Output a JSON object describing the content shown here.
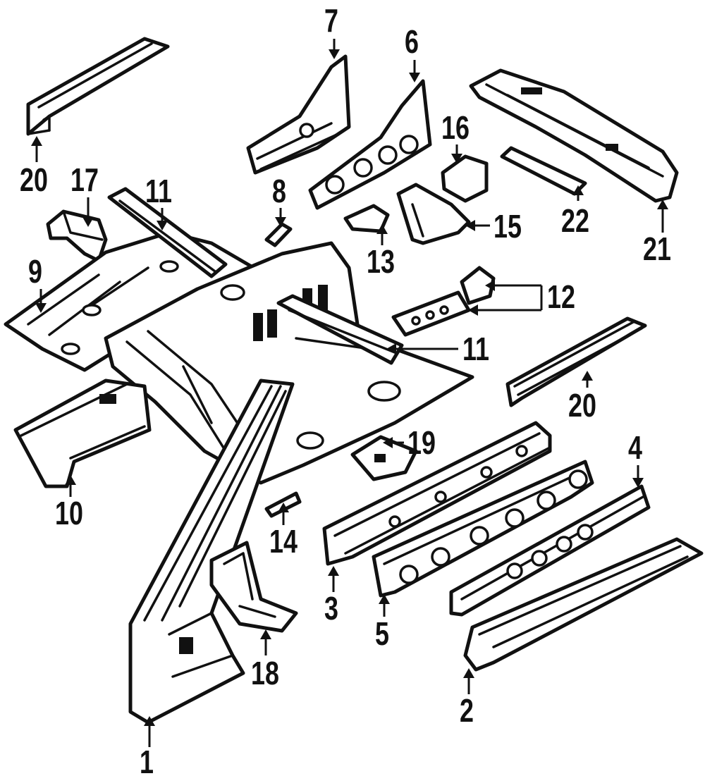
{
  "callouts": {
    "c1": "1",
    "c2": "2",
    "c3": "3",
    "c4": "4",
    "c5": "5",
    "c6": "6",
    "c7": "7",
    "c8": "8",
    "c9": "9",
    "c10": "10",
    "c11a": "11",
    "c11b": "11",
    "c12": "12",
    "c13": "13",
    "c14": "14",
    "c15": "15",
    "c16": "16",
    "c17": "17",
    "c18": "18",
    "c19": "19",
    "c20a": "20",
    "c20b": "20",
    "c21": "21",
    "c22": "22"
  },
  "ink_color": "#111111",
  "paper_color": "#ffffff"
}
